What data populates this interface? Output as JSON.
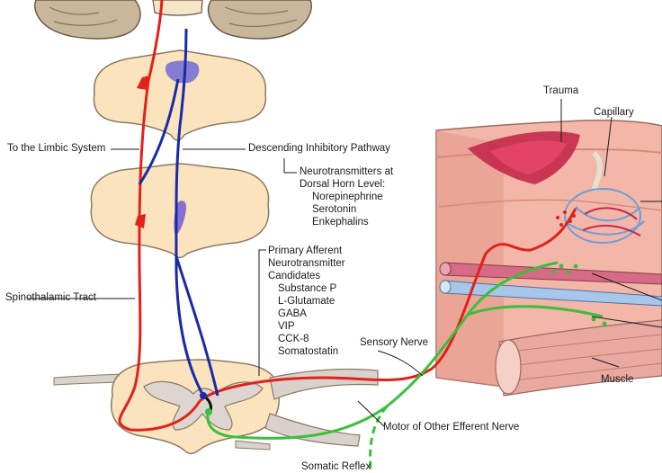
{
  "labels": {
    "trauma": "Trauma",
    "capillary": "Capillary",
    "limbic": "To the Limbic System",
    "descending": "Descending Inhibitory Pathway",
    "spinothalamic": "Spinothalamic Tract",
    "sensory_nerve": "Sensory Nerve",
    "motor_nerve": "Motor of Other Efferent Nerve",
    "muscle": "Muscle",
    "somatic_reflex": "Somatic Reflex"
  },
  "neurotransmitters_dorsal": {
    "heading": [
      "Neurotransmitters at",
      "Dorsal Horn Level:"
    ],
    "items": [
      "Norepinephrine",
      "Serotonin",
      "Enkephalins"
    ]
  },
  "primary_afferent": {
    "heading": [
      "Primary Afferent",
      "Neurotransmitter",
      "Candidates"
    ],
    "items": [
      "Substance P",
      "L-Glutamate",
      "GABA",
      "VIP",
      "CCK-8",
      "Somatostatin"
    ]
  },
  "colors": {
    "red_pathway": "#e0211c",
    "blue_pathway": "#1a2aa8",
    "green_nerve": "#3cbf3c",
    "cord_white_matter": "#fbe3bd",
    "cord_gray_matter": "#ddd6d0",
    "skin": "#f2b7a8",
    "muscle": "#e9a8a0"
  }
}
